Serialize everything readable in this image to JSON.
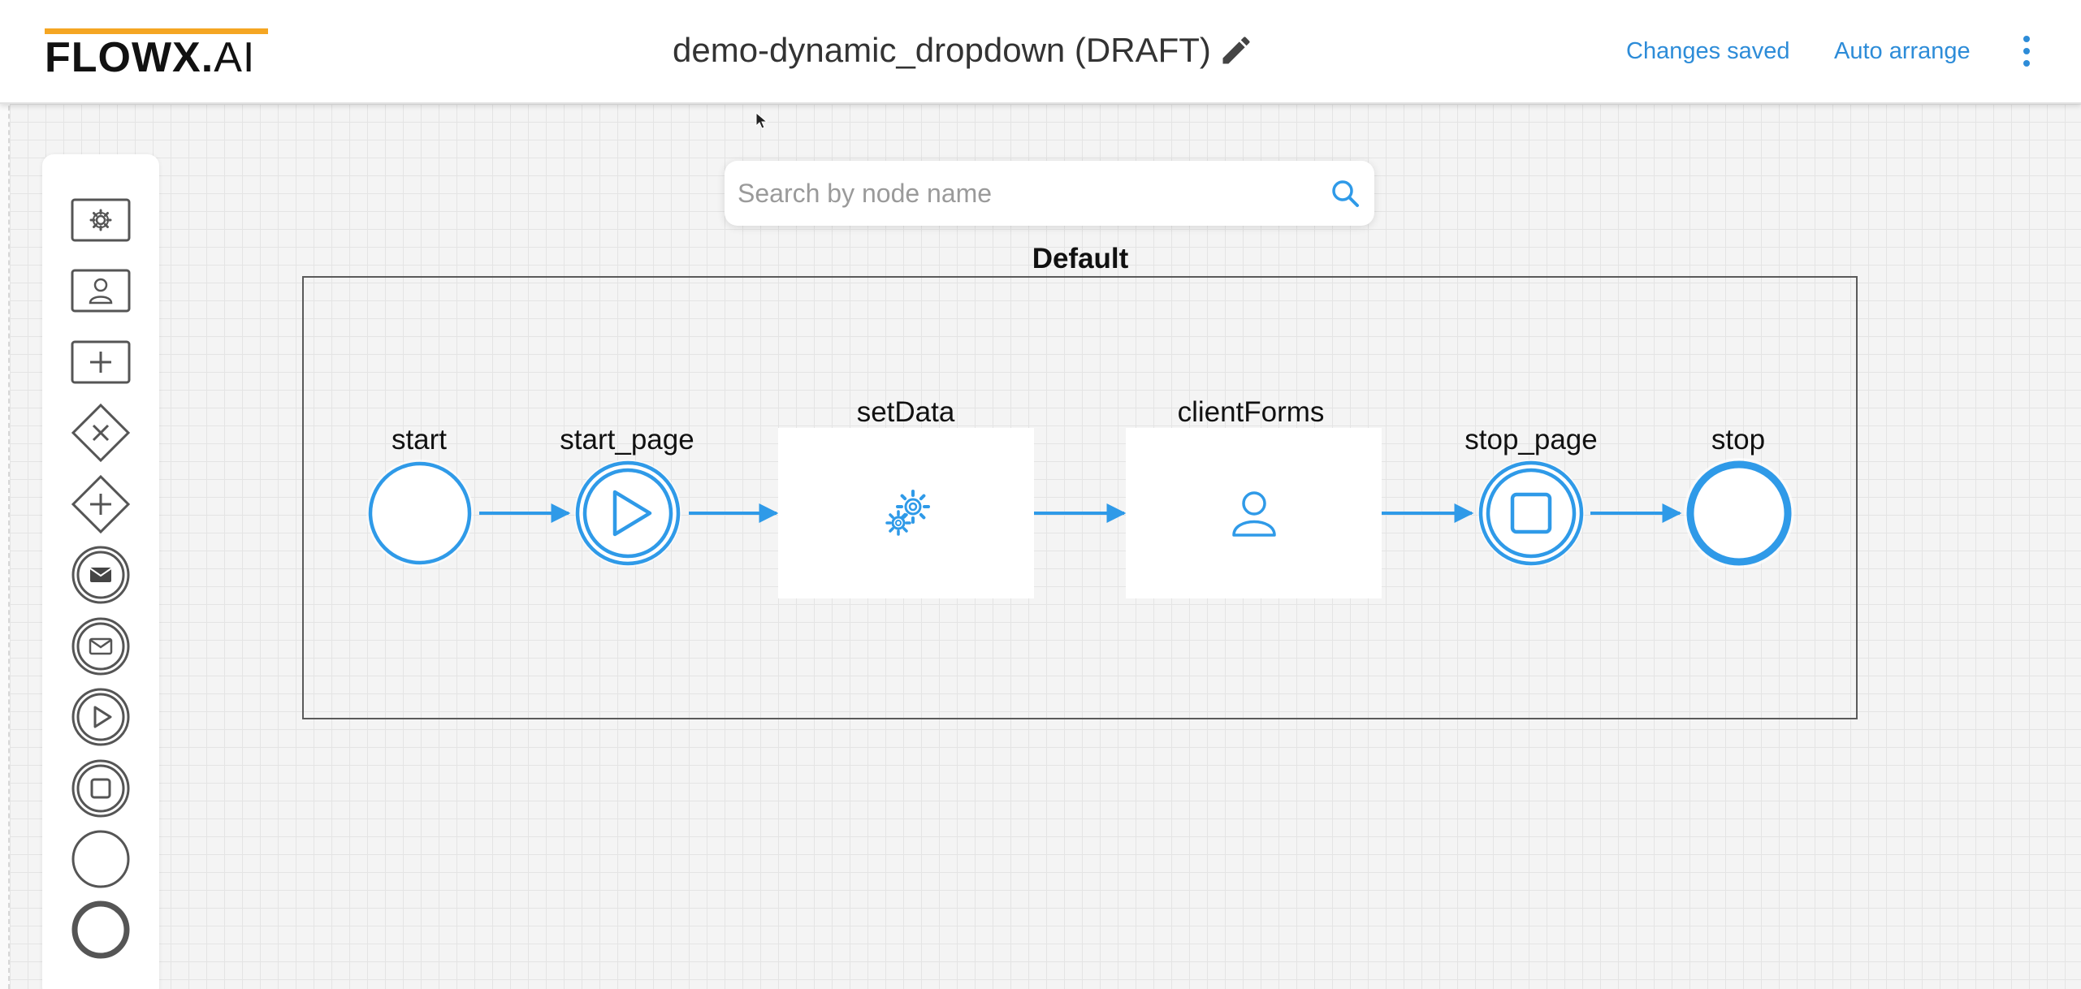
{
  "header": {
    "logo_text_bold": "FLOWX.",
    "logo_text_thin": "AI",
    "title": "demo-dynamic_dropdown (DRAFT)",
    "edit_icon": "pencil-icon",
    "status": "Changes saved",
    "auto_arrange": "Auto arrange",
    "more_icon": "kebab-menu-icon"
  },
  "palette": {
    "items": [
      {
        "name": "service-task",
        "icon": "gear-icon"
      },
      {
        "name": "user-task",
        "icon": "user-icon"
      },
      {
        "name": "task",
        "icon": "plus-icon"
      },
      {
        "name": "exclusive-gateway",
        "icon": "gateway-x-icon"
      },
      {
        "name": "parallel-gateway",
        "icon": "gateway-plus-icon"
      },
      {
        "name": "message-throw",
        "icon": "envelope-filled-icon"
      },
      {
        "name": "message-catch",
        "icon": "envelope-outline-icon"
      },
      {
        "name": "start-milestone",
        "icon": "play-icon"
      },
      {
        "name": "end-milestone",
        "icon": "stop-icon"
      },
      {
        "name": "start-event",
        "icon": "circle-icon"
      },
      {
        "name": "end-event",
        "icon": "thick-circle-icon"
      }
    ]
  },
  "search": {
    "placeholder": "Search by node name",
    "icon": "search-icon"
  },
  "diagram": {
    "lane": "Default",
    "nodes": [
      {
        "id": "start",
        "label": "start",
        "type": "start-event"
      },
      {
        "id": "start_page",
        "label": "start_page",
        "type": "start-milestone"
      },
      {
        "id": "setData",
        "label": "setData",
        "type": "service-task"
      },
      {
        "id": "clientForms",
        "label": "clientForms",
        "type": "user-task"
      },
      {
        "id": "stop_page",
        "label": "stop_page",
        "type": "end-milestone"
      },
      {
        "id": "stop",
        "label": "stop",
        "type": "end-event"
      }
    ],
    "colors": {
      "node": "#2f9ae8",
      "text": "#111111",
      "lane_border": "#5a5a5a"
    }
  }
}
